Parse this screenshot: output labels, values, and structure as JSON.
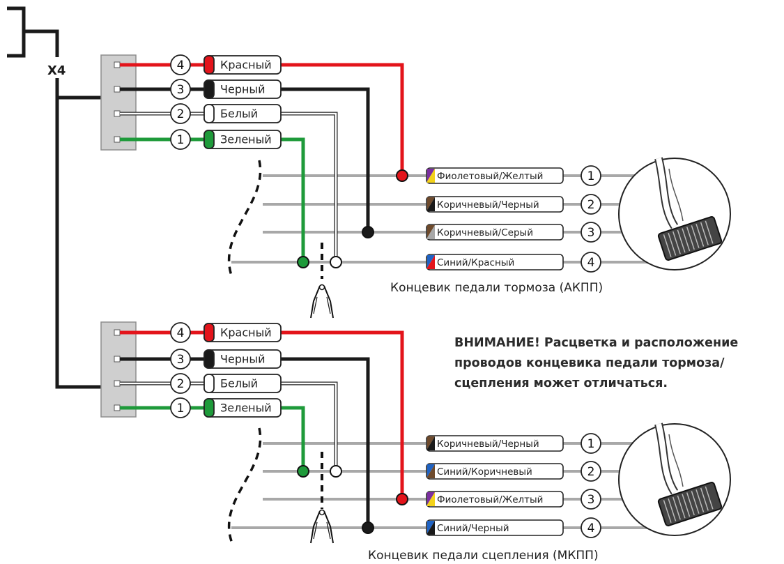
{
  "connector_label": "X4",
  "colors": {
    "red": "#e3141b",
    "black": "#1a1a1a",
    "white": "#ffffff",
    "green": "#1e9a3a",
    "grey": "#a8a8a8",
    "connector_fill": "#cfcfcf",
    "violet": "#7b2fa0",
    "yellow": "#f3d21a",
    "brown": "#6e4a2c",
    "blue": "#1f63c4"
  },
  "blocks": [
    {
      "connector_wires": [
        {
          "pin": "4",
          "label": "Красный",
          "color": "red"
        },
        {
          "pin": "3",
          "label": "Черный",
          "color": "black"
        },
        {
          "pin": "2",
          "label": "Белый",
          "color": "white"
        },
        {
          "pin": "1",
          "label": "Зеленый",
          "color": "green"
        }
      ],
      "switch_wires": [
        {
          "pin": "1",
          "label": "Фиолетовый/Желтый",
          "c1": "violet",
          "c2": "yellow"
        },
        {
          "pin": "2",
          "label": "Коричневый/Черный",
          "c1": "brown",
          "c2": "black"
        },
        {
          "pin": "3",
          "label": "Коричневый/Серый",
          "c1": "brown",
          "c2": "grey"
        },
        {
          "pin": "4",
          "label": "Синий/Красный",
          "c1": "blue",
          "c2": "red"
        }
      ],
      "caption": "Концевик педали тормоза (АКПП)"
    },
    {
      "connector_wires": [
        {
          "pin": "4",
          "label": "Красный",
          "color": "red"
        },
        {
          "pin": "3",
          "label": "Черный",
          "color": "black"
        },
        {
          "pin": "2",
          "label": "Белый",
          "color": "white"
        },
        {
          "pin": "1",
          "label": "Зеленый",
          "color": "green"
        }
      ],
      "switch_wires": [
        {
          "pin": "1",
          "label": "Коричневый/Черный",
          "c1": "brown",
          "c2": "black"
        },
        {
          "pin": "2",
          "label": "Синий/Коричневый",
          "c1": "blue",
          "c2": "brown"
        },
        {
          "pin": "3",
          "label": "Фиолетовый/Желтый",
          "c1": "violet",
          "c2": "yellow"
        },
        {
          "pin": "4",
          "label": "Синий/Черный",
          "c1": "blue",
          "c2": "black"
        }
      ],
      "caption": "Концевик педали сцепления (МКПП)"
    }
  ],
  "warning_text": "ВНИМАНИЕ! Расцветка и расположение проводов концевика педали тормоза/ сцепления может отличаться.",
  "icons": {
    "cut": "scissors-cut-icon",
    "pedal": "pedal-switch-icon"
  }
}
